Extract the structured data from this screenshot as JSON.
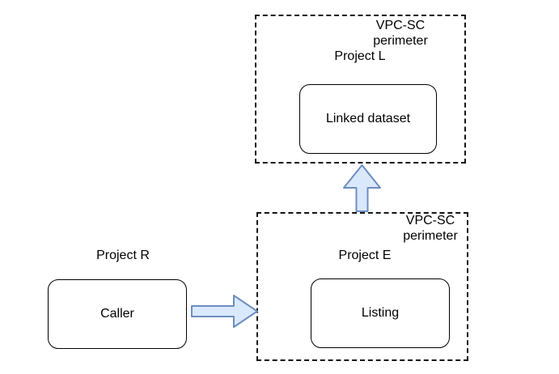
{
  "diagram": {
    "perimeters": [
      {
        "label": "VPC-SC perimeter",
        "project": {
          "name": "Project L"
        },
        "node": {
          "label": "Linked dataset"
        }
      },
      {
        "label": "VPC-SC perimeter",
        "project": {
          "name": "Project E"
        },
        "node": {
          "label": "Listing"
        }
      }
    ],
    "external": {
      "project": {
        "name": "Project R"
      },
      "node": {
        "label": "Caller"
      }
    },
    "arrows": [
      {
        "name": "caller-to-listing",
        "direction": "right"
      },
      {
        "name": "listing-to-linked-dataset",
        "direction": "up"
      }
    ],
    "colors": {
      "arrow_fill": "#dae8fc",
      "arrow_stroke": "#6c8ebf",
      "node_border": "#000000",
      "perimeter_border": "#141414",
      "text": "#000000",
      "background": "#ffffff"
    }
  }
}
